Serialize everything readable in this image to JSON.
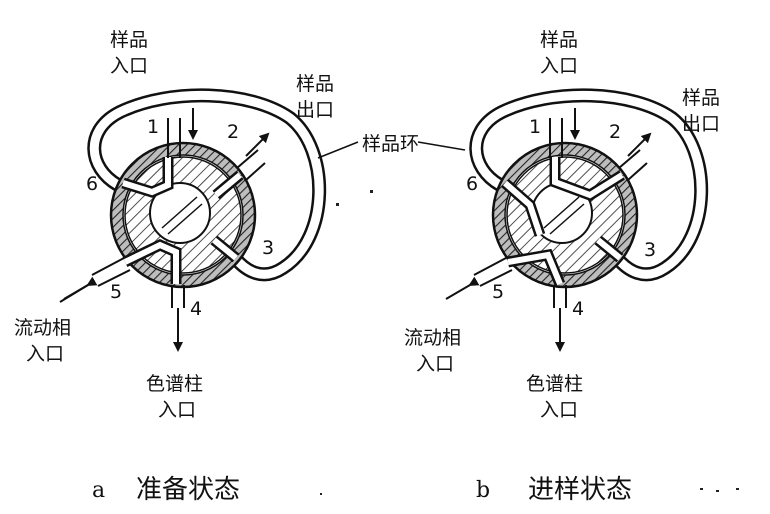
{
  "labels": {
    "sample_inlet": [
      "样品",
      "入口"
    ],
    "sample_outlet": [
      "样品",
      "出口"
    ],
    "sample_loop": "样品环",
    "mobile_inlet": [
      "流动相",
      "入口"
    ],
    "column_inlet": [
      "色谱柱",
      "入口"
    ]
  },
  "ports": [
    "1",
    "2",
    "3",
    "4",
    "5",
    "6"
  ],
  "panels": [
    {
      "letter": "a",
      "title": "准备状态"
    },
    {
      "letter": "b",
      "title": "进样状态"
    }
  ],
  "colors": {
    "ink": "#111111",
    "background": "#ffffff",
    "hatch_fill": "#cfcfcf"
  }
}
